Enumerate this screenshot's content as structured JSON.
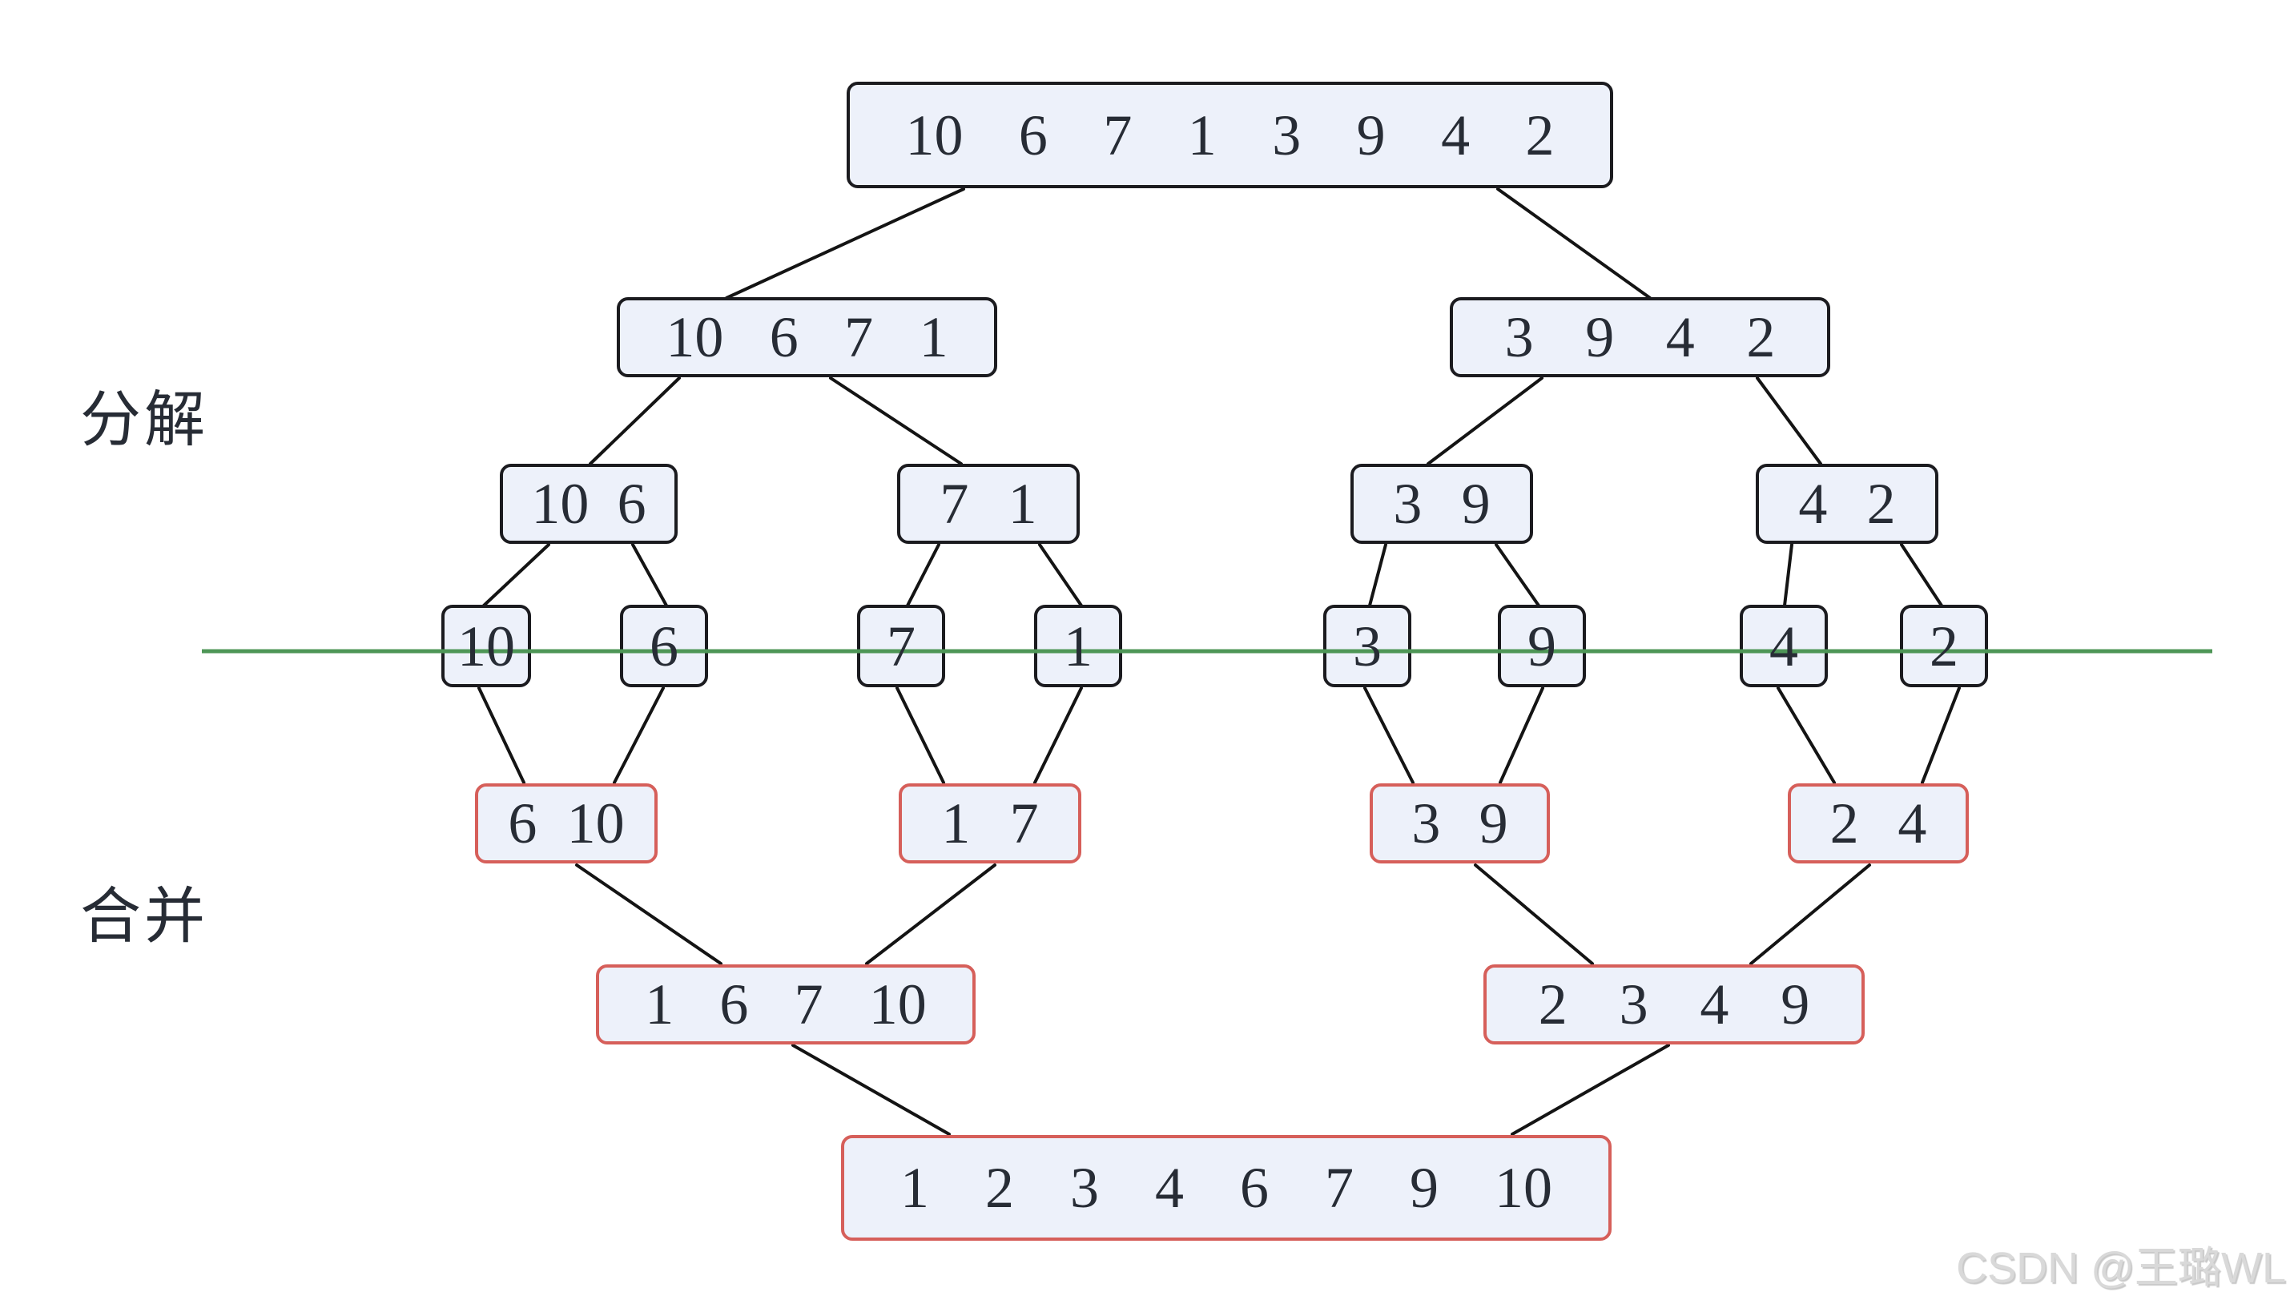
{
  "labels": {
    "decompose": "分解",
    "merge": "合并"
  },
  "watermark": {
    "text": "CSDN @王璐WL"
  },
  "colors": {
    "box_fill": "#edf1fa",
    "box_border_black": "#1b1b1f",
    "box_border_red": "#d65f5a",
    "divider_green": "#4e9657",
    "connector_black": "#141414",
    "text": "#272c35",
    "watermark": "#d9d9d9",
    "background": "#ffffff"
  },
  "nodes": {
    "root": {
      "values": [
        "10",
        "6",
        "7",
        "1",
        "3",
        "9",
        "4",
        "2"
      ],
      "state": "unsorted"
    },
    "left4": {
      "values": [
        "10",
        "6",
        "7",
        "1"
      ],
      "state": "unsorted"
    },
    "right4": {
      "values": [
        "3",
        "9",
        "4",
        "2"
      ],
      "state": "unsorted"
    },
    "pair_10_6": {
      "values": [
        "10",
        "6"
      ],
      "state": "unsorted"
    },
    "pair_7_1": {
      "values": [
        "7",
        "1"
      ],
      "state": "unsorted"
    },
    "pair_3_9": {
      "values": [
        "3",
        "9"
      ],
      "state": "unsorted"
    },
    "pair_4_2": {
      "values": [
        "4",
        "2"
      ],
      "state": "unsorted"
    },
    "s10": {
      "values": [
        "10"
      ],
      "state": "unsorted"
    },
    "s6": {
      "values": [
        "6"
      ],
      "state": "unsorted"
    },
    "s7": {
      "values": [
        "7"
      ],
      "state": "unsorted"
    },
    "s1": {
      "values": [
        "1"
      ],
      "state": "unsorted"
    },
    "s3": {
      "values": [
        "3"
      ],
      "state": "unsorted"
    },
    "s9": {
      "values": [
        "9"
      ],
      "state": "unsorted"
    },
    "s4": {
      "values": [
        "4"
      ],
      "state": "unsorted"
    },
    "s2": {
      "values": [
        "2"
      ],
      "state": "unsorted"
    },
    "m_6_10": {
      "values": [
        "6",
        "10"
      ],
      "state": "sorted"
    },
    "m_1_7": {
      "values": [
        "1",
        "7"
      ],
      "state": "sorted"
    },
    "m_3_9": {
      "values": [
        "3",
        "9"
      ],
      "state": "sorted"
    },
    "m_2_4": {
      "values": [
        "2",
        "4"
      ],
      "state": "sorted"
    },
    "m_1_6_7_10": {
      "values": [
        "1",
        "6",
        "7",
        "10"
      ],
      "state": "sorted"
    },
    "m_2_3_4_9": {
      "values": [
        "2",
        "3",
        "4",
        "9"
      ],
      "state": "sorted"
    },
    "sorted_final": {
      "values": [
        "1",
        "2",
        "3",
        "4",
        "6",
        "7",
        "9",
        "10"
      ],
      "state": "sorted"
    }
  }
}
